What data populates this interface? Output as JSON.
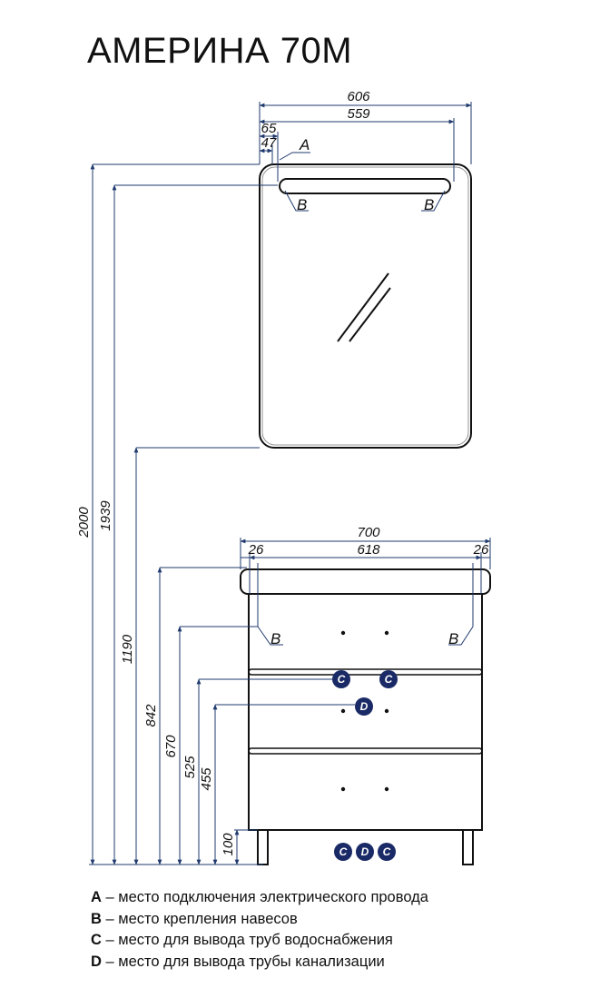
{
  "title": "АМЕРИНА 70М",
  "colors": {
    "dimension_line": "#1f3a6e",
    "outline": "#111111",
    "marker_fill": "#1a2a66",
    "marker_text": "#ffffff"
  },
  "dimensions": {
    "mirror_width": "606",
    "mirror_hanger_spacing": "559",
    "mirror_offset_65": "65",
    "mirror_offset_47": "47",
    "cabinet_width": "700",
    "cabinet_hanger_spacing": "618",
    "cabinet_offset_left": "26",
    "cabinet_offset_right": "26",
    "height_2000": "2000",
    "height_1939": "1939",
    "height_1190": "1190",
    "height_842": "842",
    "height_670": "670",
    "height_525": "525",
    "height_455": "455",
    "height_100": "100"
  },
  "callouts": {
    "a": "A",
    "b_mirror_left": "B",
    "b_mirror_right": "B",
    "b_cabinet_left": "B",
    "b_cabinet_right": "B"
  },
  "markers": {
    "c_left": "C",
    "c_right": "C",
    "d_mid": "D",
    "bottom_c_left": "C",
    "bottom_d": "D",
    "bottom_c_right": "C"
  },
  "legend": [
    {
      "key": "A",
      "text": " – место подключения электрического провода"
    },
    {
      "key": "B",
      "text": " – место крепления навесов"
    },
    {
      "key": "C",
      "text": " – место для вывода труб водоснабжения"
    },
    {
      "key": "D",
      "text": " – место для вывода трубы канализации"
    }
  ]
}
